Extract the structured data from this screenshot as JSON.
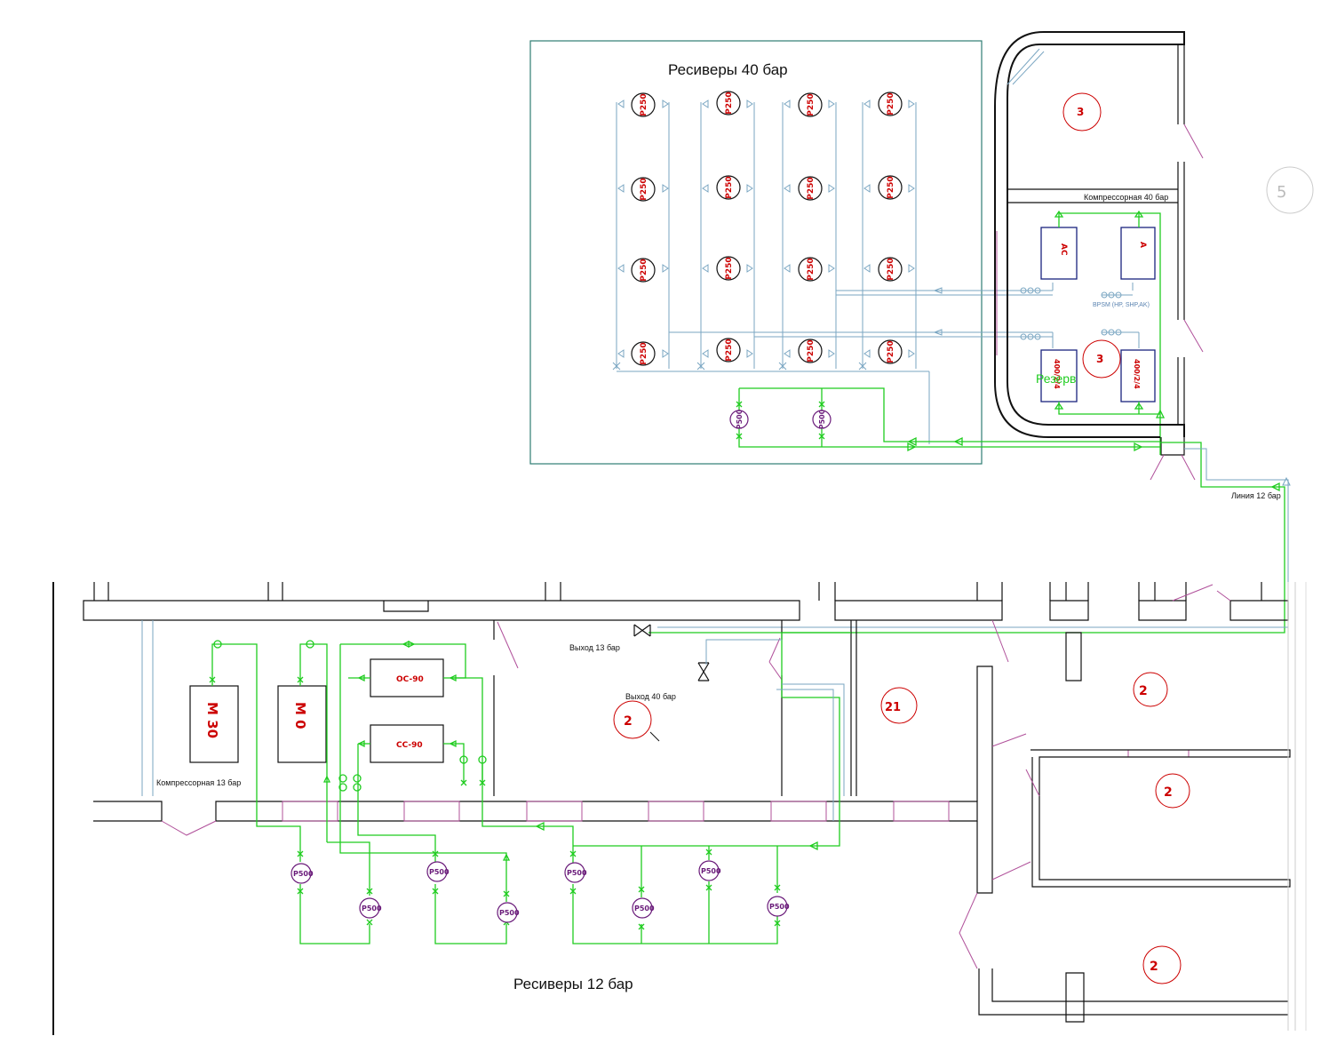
{
  "labels": {
    "receivers_40": "Ресиверы 40 бар",
    "receivers_12": "Ресиверы 12 бар",
    "compressor_room_40": "Компрессорная 40 бар",
    "compressor_room_13": "Компрессорная 13 бар",
    "line_12": "Линия 12 бар",
    "outlet_13": "Выход 13 бар",
    "outlet_40": "Выход 40 бар",
    "reserve": "Резерв",
    "dryer_note": "BPSM (HP, SHP,AK)",
    "edge_mark": "5"
  },
  "receiver_tags": {
    "r250": "P250",
    "r500": "P500"
  },
  "equipment": {
    "comp_40_top_left": "AC",
    "comp_40_top_right": "A",
    "comp_40_bottom_left": "400/2/4",
    "comp_40_bottom_right": "400/2/4",
    "comp_13_a": "M 30",
    "comp_13_b": "M 0",
    "dryer_top": "OC-90",
    "dryer_bottom": "CC-90"
  },
  "room_marks": {
    "r_top1": "3",
    "r_mid": "3",
    "r_left": "2",
    "r_21": "21",
    "r_2a": "2",
    "r_2b": "2",
    "r_2c": "2"
  },
  "colors": {
    "air_line": "#1fcc1f",
    "high_pressure_line": "#7aa6c2",
    "equipment": "#1a237e",
    "room_marks": "#cc0000",
    "receivers_12": "#6a1b7a"
  }
}
